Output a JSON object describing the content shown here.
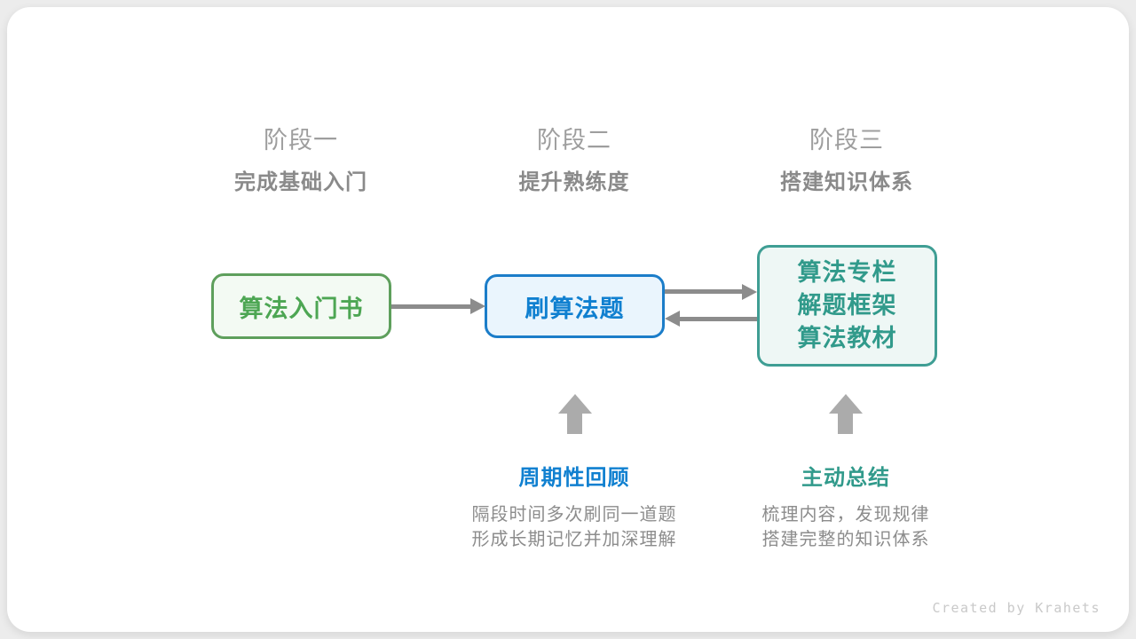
{
  "diagram": {
    "stages": [
      {
        "label": "阶段一",
        "title": "完成基础入门"
      },
      {
        "label": "阶段二",
        "title": "提升熟练度"
      },
      {
        "label": "阶段三",
        "title": "搭建知识体系"
      }
    ],
    "nodes": [
      {
        "id": "algorithm-intro-book",
        "lines": [
          "算法入门书"
        ]
      },
      {
        "id": "practice-problems",
        "lines": [
          "刷算法题"
        ]
      },
      {
        "id": "knowledge-resources",
        "lines": [
          "算法专栏",
          "解题框架",
          "算法教材"
        ]
      }
    ],
    "annotations": [
      {
        "title": "周期性回顾",
        "desc": [
          "隔段时间多次刷同一道题",
          "形成长期记忆并加深理解"
        ]
      },
      {
        "title": "主动总结",
        "desc": [
          "梳理内容，发现规律",
          "搭建完整的知识体系"
        ]
      }
    ],
    "watermark": "Created by Krahets",
    "colors": {
      "stage_label": "#9e9e9e",
      "stage_title": "#8a8a8a",
      "green_border": "#5e9f5c",
      "green_text": "#4da653",
      "green_fill": "#f3faf3",
      "blue_border": "#1b7dc9",
      "blue_text": "#1080d0",
      "blue_fill": "#eaf5fd",
      "teal_border": "#3f9e94",
      "teal_text": "#319a8b",
      "teal_fill": "#eef7f5",
      "connector_arrow": "#8c8c8c",
      "block_arrow": "#ababab",
      "watermark_text": "#c9c9c9",
      "page_background": "#ececec",
      "card_background": "#ffffff"
    }
  }
}
